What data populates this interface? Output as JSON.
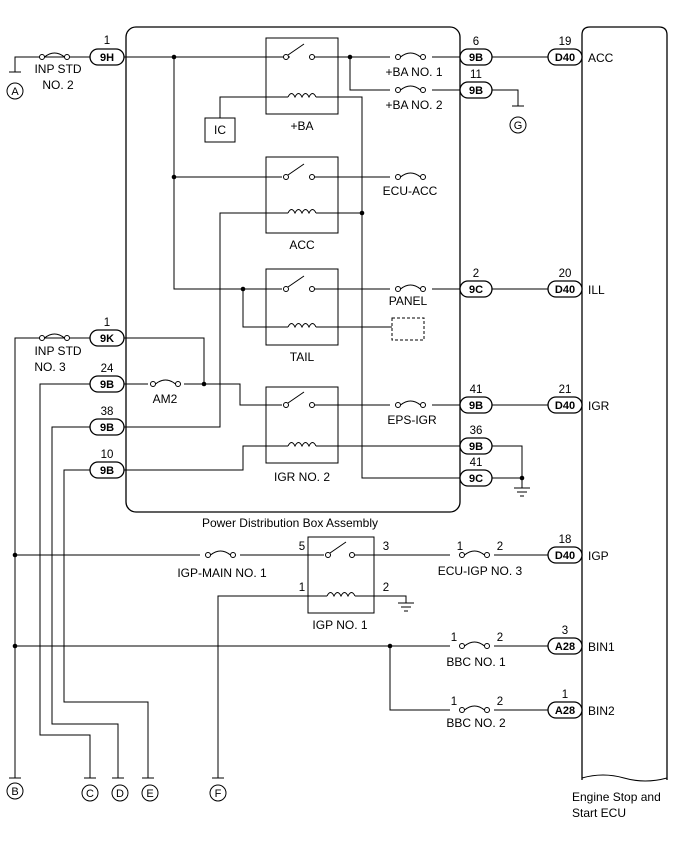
{
  "assemblies": {
    "pdb": "Power Distribution Box Assembly",
    "ecu_line1": "Engine Stop and",
    "ecu_line2": "Start ECU"
  },
  "relays": {
    "ba": "+BA",
    "acc": "ACC",
    "tail": "TAIL",
    "igr2": "IGR NO. 2",
    "igp1": "IGP NO. 1"
  },
  "fuses": {
    "inp_std2_l1": "INP STD",
    "inp_std2_l2": "NO. 2",
    "inp_std3_l1": "INP STD",
    "inp_std3_l2": "NO. 3",
    "ba1": "+BA NO. 1",
    "ba2": "+BA NO. 2",
    "ecu_acc": "ECU-ACC",
    "panel": "PANEL",
    "am2": "AM2",
    "eps_igr": "EPS-IGR",
    "igp_main1": "IGP-MAIN NO. 1",
    "ecu_igp3": "ECU-IGP NO. 3",
    "bbc1": "BBC NO. 1",
    "bbc2": "BBC NO. 2"
  },
  "components": {
    "ic": "IC"
  },
  "connectors": {
    "c9h": "9H",
    "c9k": "9K",
    "c9b": "9B",
    "c9c": "9C",
    "d40": "D40",
    "a28": "A28"
  },
  "pins": {
    "p9h": "1",
    "p9k": "1",
    "p24": "24",
    "p38": "38",
    "p10": "10",
    "p6": "6",
    "p11": "11",
    "p2": "2",
    "p41a": "41",
    "p36": "36",
    "p41b": "41",
    "d19": "19",
    "d20": "20",
    "d21": "21",
    "d18": "18",
    "a3": "3",
    "a1": "1",
    "igp5": "5",
    "igp3": "3",
    "igp1": "1",
    "igp2": "2",
    "f1a": "1",
    "f2a": "2",
    "f1b": "1",
    "f2b": "2",
    "f1c": "1",
    "f2c": "2"
  },
  "signals": {
    "acc": "ACC",
    "ill": "ILL",
    "igr": "IGR",
    "igp": "IGP",
    "bin1": "BIN1",
    "bin2": "BIN2"
  },
  "refs": {
    "a": "A",
    "b": "B",
    "c": "C",
    "d": "D",
    "e": "E",
    "f": "F",
    "g": "G"
  }
}
